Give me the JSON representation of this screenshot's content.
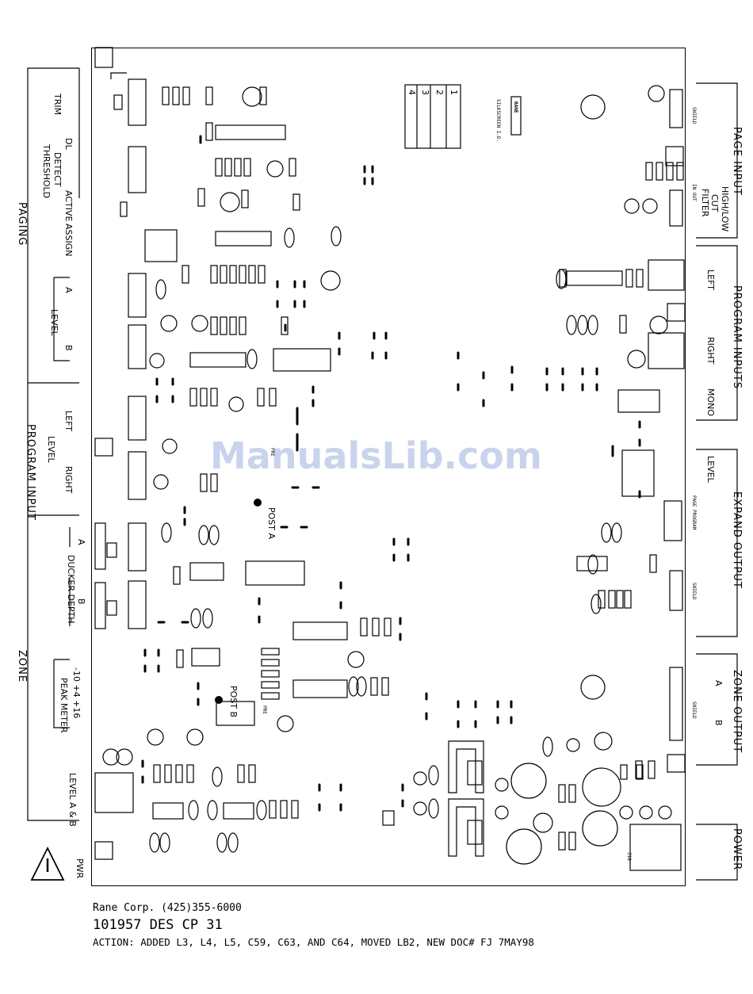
{
  "left_labels": {
    "paging": "PAGING",
    "trim": "TRIM",
    "dl": "DL",
    "detect": "DETECT",
    "threshold": "THRESHOLD",
    "active": "ACTIVE",
    "assign": "ASSIGN",
    "a": "A",
    "b": "B",
    "level": "LEVEL",
    "program_input": "PROGRAM INPUT",
    "left": "LEFT",
    "right": "RIGHT",
    "input_level": "LEVEL",
    "ducker_depth": "DUCKER DEPTH",
    "duck_a": "A",
    "duck_b": "B",
    "zone": "ZONE",
    "peak_meter": "PEAK METER",
    "meter_scale": "-10  +4  +16",
    "level_ab": "LEVEL A & B",
    "pwr": "PWR"
  },
  "right_labels": {
    "page_input": "PAGE INPUT",
    "high_low": "HIGH/LOW",
    "cut": "CUT",
    "filter": "FILTER",
    "in_out": "IN     OUT",
    "shield": "SHIELD",
    "program_inputs": "PROGRAM INPUTS",
    "left": "LEFT",
    "right": "RIGHT",
    "mono": "MONO",
    "expand_output": "EXPAND OUTPUT",
    "level": "LEVEL",
    "page_program": "PAGE     PROGRAM",
    "zone_output": "ZONE OUTPUT",
    "zone_a": "A",
    "zone_b": "B",
    "power": "POWER"
  },
  "board_labels": {
    "post_a": "POST A",
    "post_b": "POST B",
    "pre_a": "PRE",
    "pre_b": "PRE",
    "silkscreen": "SILKSCREEN I.D.",
    "rane_logo": "RANE",
    "grid": [
      "1",
      "2",
      "3",
      "4"
    ],
    "j10": "J10"
  },
  "watermark": "ManualsLib.com",
  "footer": {
    "company": "Rane Corp.  (425)355-6000",
    "doc": "101957 DES CP 31",
    "action": "ACTION: ADDED L3, L4, L5, C59, C63, AND C64, MOVED LB2, NEW DOC# FJ 7MAY98"
  }
}
